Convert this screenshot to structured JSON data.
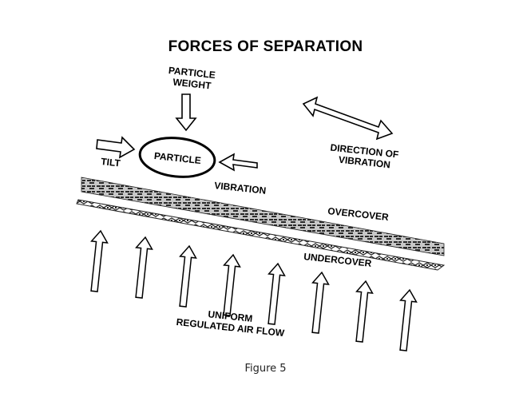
{
  "title": "FORCES OF SEPARATION",
  "labels": {
    "particle_weight_line1": "PARTICLE",
    "particle_weight_line2": "WEIGHT",
    "particle": "PARTICLE",
    "tilt": "TILT",
    "vibration": "VIBRATION",
    "direction_line1": "DIRECTION OF",
    "direction_line2": "VIBRATION",
    "overcover": "OVERCOVER",
    "undercover": "UNDERCOVER",
    "airflow_line1": "UNIFORM",
    "airflow_line2": "REGULATED AIR FLOW"
  },
  "caption": "Figure 5"
}
